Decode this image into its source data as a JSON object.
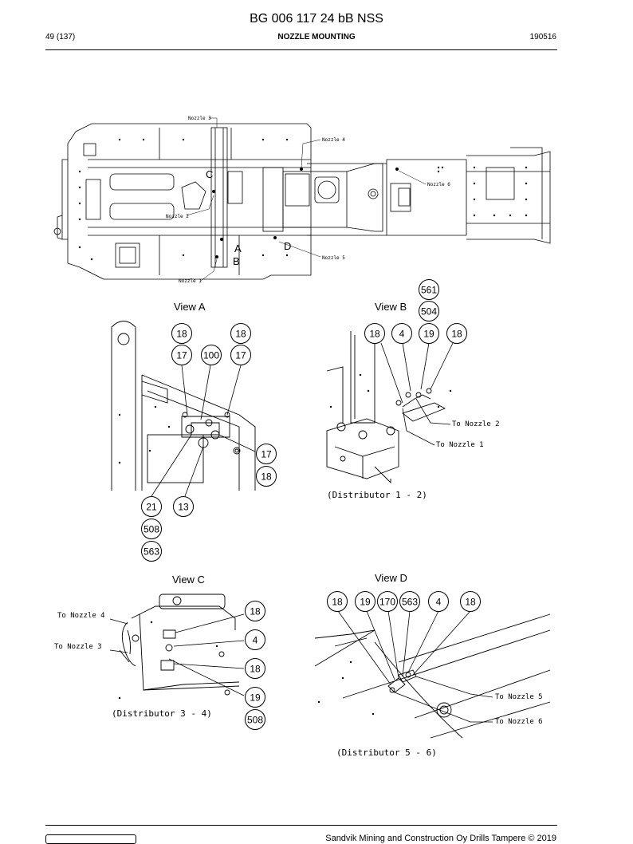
{
  "header": {
    "doc_title": "BG 006 117 24 bB NSS",
    "page_ref": "49 (137)",
    "section": "NOZZLE MOUNTING",
    "date_code": "190516"
  },
  "overview": {
    "nozzles": [
      "Nozzle 1",
      "Nozzle 2",
      "Nozzle 3",
      "Nozzle 4",
      "Nozzle 5",
      "Nozzle 6"
    ],
    "markers": [
      "A",
      "B",
      "C",
      "D"
    ]
  },
  "view_a": {
    "title": "View A",
    "callouts": [
      "18",
      "18",
      "17",
      "100",
      "17",
      "17",
      "18",
      "21",
      "13",
      "508",
      "563"
    ]
  },
  "view_b": {
    "title": "View B",
    "callouts": [
      "561",
      "504",
      "18",
      "4",
      "19",
      "18"
    ],
    "labels": [
      "To Nozzle 2",
      "To Nozzle 1",
      "(Distributor 1 - 2)"
    ]
  },
  "view_c": {
    "title": "View C",
    "callouts": [
      "18",
      "4",
      "18",
      "19",
      "508"
    ],
    "labels": [
      "To Nozzle 4",
      "To Nozzle 3",
      "(Distributor 3 - 4)"
    ]
  },
  "view_d": {
    "title": "View D",
    "callouts": [
      "18",
      "19",
      "170",
      "563",
      "4",
      "18"
    ],
    "labels": [
      "To Nozzle 5",
      "To Nozzle 6",
      "(Distributor 5 - 6)"
    ]
  },
  "footer": {
    "copyright": "Sandvik Mining and Construction Oy Drills Tampere © 2019"
  }
}
